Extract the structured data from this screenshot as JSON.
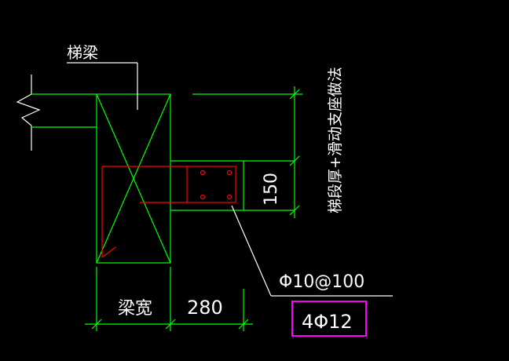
{
  "labels": {
    "beam_title": "梯梁",
    "beam_width_label": "梁宽",
    "width_value": "280",
    "height_value": "150",
    "side_note": "梯段厚+滑动支座做法",
    "stirrup_spec": "Φ10@100",
    "main_bar_spec": "4Φ12"
  },
  "colors": {
    "background": "#000000",
    "green_lines": "#00ff00",
    "red_rebar": "#ff0000",
    "white_lines": "#ffffff",
    "highlight_box": "#ff00ff"
  }
}
